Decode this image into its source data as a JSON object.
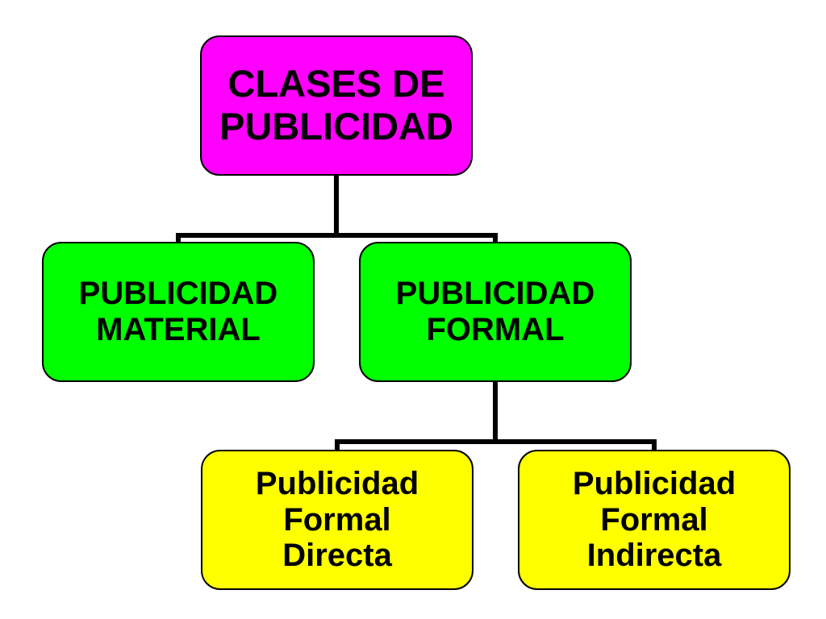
{
  "colors": {
    "root_fill": "#ff00ff",
    "level2_fill": "#00ff00",
    "level3_fill": "#ffff00",
    "connector": "#000000"
  },
  "diagram": {
    "root": {
      "lines": [
        "CLASES DE",
        "PUBLICIDAD"
      ]
    },
    "material": {
      "lines": [
        "PUBLICIDAD",
        "MATERIAL"
      ]
    },
    "formal": {
      "lines": [
        "PUBLICIDAD",
        "FORMAL"
      ]
    },
    "directa": {
      "lines": [
        "Publicidad",
        "Formal",
        "Directa"
      ]
    },
    "indirecta": {
      "lines": [
        "Publicidad",
        "Formal",
        "Indirecta"
      ]
    }
  }
}
